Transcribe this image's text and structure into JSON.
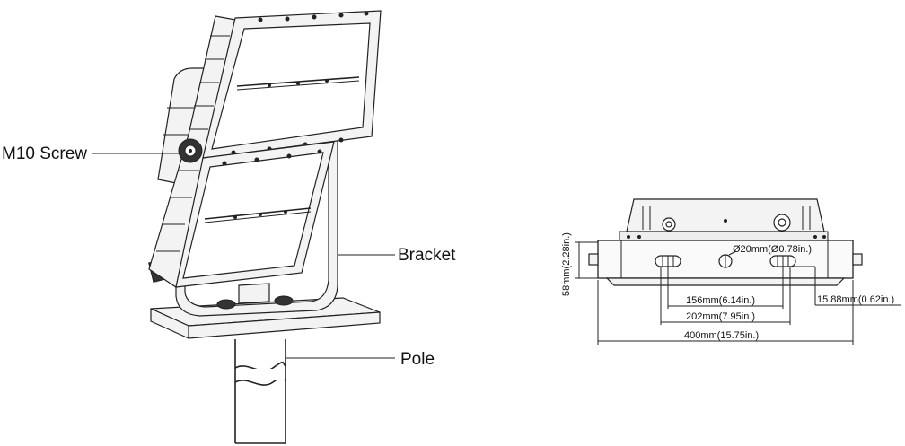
{
  "mount_diagram": {
    "callouts": {
      "screw": "M10 Screw",
      "bracket": "Bracket",
      "pole": "Pole"
    }
  },
  "dimension_drawing": {
    "height": "58mm(2.28in.)",
    "hole_diameter": "Ø20mm(Ø0.78in.)",
    "inner_spacing": "156mm(6.14in.)",
    "outer_spacing": "202mm(7.95in.)",
    "overall_width": "400mm(15.75in.)",
    "offset": "15.88mm(0.62in.)"
  }
}
